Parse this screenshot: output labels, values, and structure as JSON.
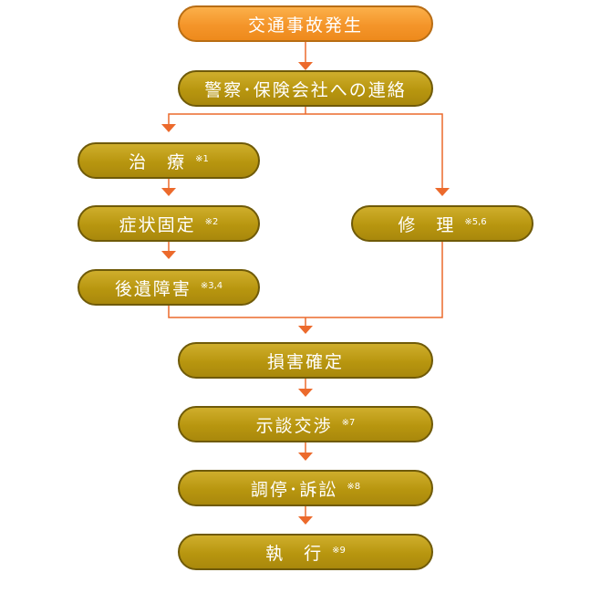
{
  "nodes": {
    "accident": {
      "label": "交通事故発生"
    },
    "contact": {
      "label": "警察･保険会社への連絡"
    },
    "treatment": {
      "label": "治　療",
      "note": "※1"
    },
    "fixed": {
      "label": "症状固定",
      "note": "※2"
    },
    "aftereffect": {
      "label": "後遺障害",
      "note": "※3,4"
    },
    "repair": {
      "label": "修　理",
      "note": "※5,6"
    },
    "damage": {
      "label": "損害確定"
    },
    "settlement": {
      "label": "示談交渉",
      "note": "※7"
    },
    "mediation": {
      "label": "調停･訴訟",
      "note": "※8"
    },
    "execution": {
      "label": "執　行",
      "note": "※9"
    }
  },
  "colors": {
    "start_fill": "#f4952a",
    "node_fill": "#b8960f",
    "node_border": "#6f5a08",
    "connector": "#ec6a2c"
  }
}
